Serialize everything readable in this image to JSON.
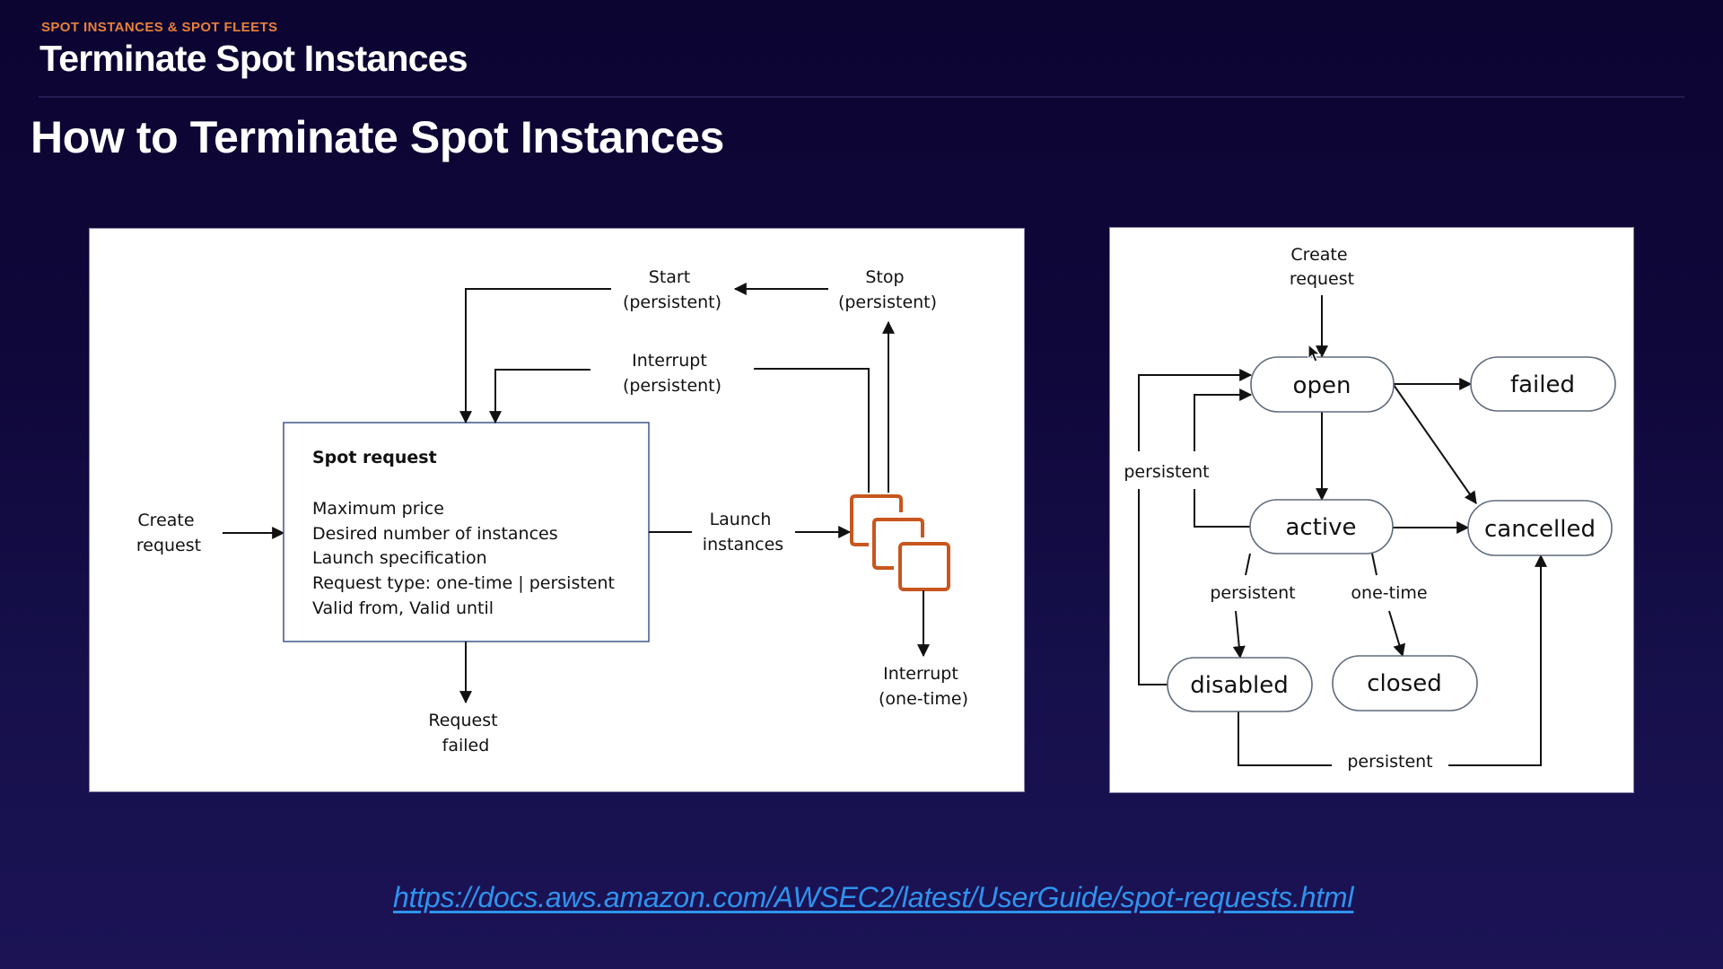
{
  "header": {
    "section_label": "SPOT INSTANCES & SPOT FLEETS",
    "title": "Terminate Spot Instances"
  },
  "main": {
    "heading": "How to Terminate Spot Instances"
  },
  "lifecycle_diagram": {
    "create_request": [
      "Create",
      "request"
    ],
    "spot_request_box": {
      "title": "Spot request",
      "fields": [
        "Maximum price",
        "Desired number of instances",
        "Launch specification",
        "Request type: one-time | persistent",
        "Valid from, Valid until"
      ]
    },
    "request_failed": [
      "Request",
      "failed"
    ],
    "launch_instances": [
      "Launch",
      "instances"
    ],
    "start_persistent": [
      "Start",
      "(persistent)"
    ],
    "stop_persistent": [
      "Stop",
      "(persistent)"
    ],
    "interrupt_persistent": [
      "Interrupt",
      "(persistent)"
    ],
    "interrupt_one_time": [
      "Interrupt",
      "(one-time)"
    ],
    "instances_icon": "instances-icon",
    "icon_color": "#c8561e"
  },
  "state_diagram": {
    "create_request": [
      "Create",
      "request"
    ],
    "states": {
      "open": "open",
      "failed": "failed",
      "active": "active",
      "cancelled": "cancelled",
      "disabled": "disabled",
      "closed": "closed"
    },
    "edge_labels": {
      "loop_persistent": "persistent",
      "active_to_disabled": "persistent",
      "active_to_closed": "one-time",
      "disabled_to_cancelled": "persistent"
    }
  },
  "footer": {
    "link_text": "https://docs.aws.amazon.com/AWSEC2/latest/UserGuide/spot-requests.html"
  },
  "colors": {
    "accent_orange": "#e8803a",
    "link_blue": "#2f93ee",
    "background": "#0f0739"
  }
}
